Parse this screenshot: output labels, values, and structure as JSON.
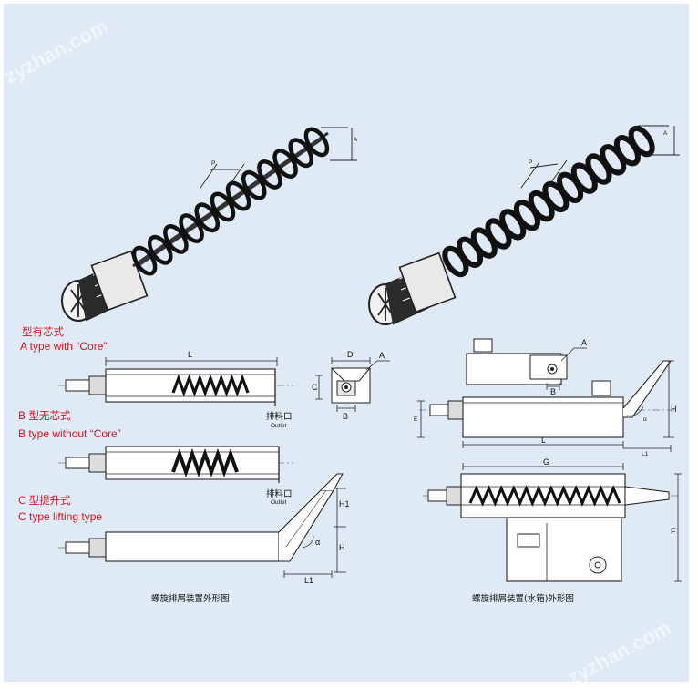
{
  "watermarks": [
    "zyzhan.com",
    "zyzhan.com"
  ],
  "sections": {
    "a_cn": "型有芯式",
    "a_en": "A type with “Core”",
    "b_cn": "B 型无芯式",
    "b_en": "B type without “Core”",
    "c_cn": "C 型提升式",
    "c_en": "C type lifting type"
  },
  "outlet": {
    "cn": "排料口",
    "en": "Outlet"
  },
  "captions": {
    "left": "螺旋排屑装置外形图",
    "right": "螺旋排屑装置(水箱)外形图"
  },
  "dims": {
    "A": "A",
    "P": "P",
    "L": "L",
    "D": "D",
    "C": "C",
    "B": "B",
    "H": "H",
    "H1": "H1",
    "L1": "L1",
    "E": "E",
    "G": "G",
    "F": "F",
    "alpha": "α"
  }
}
